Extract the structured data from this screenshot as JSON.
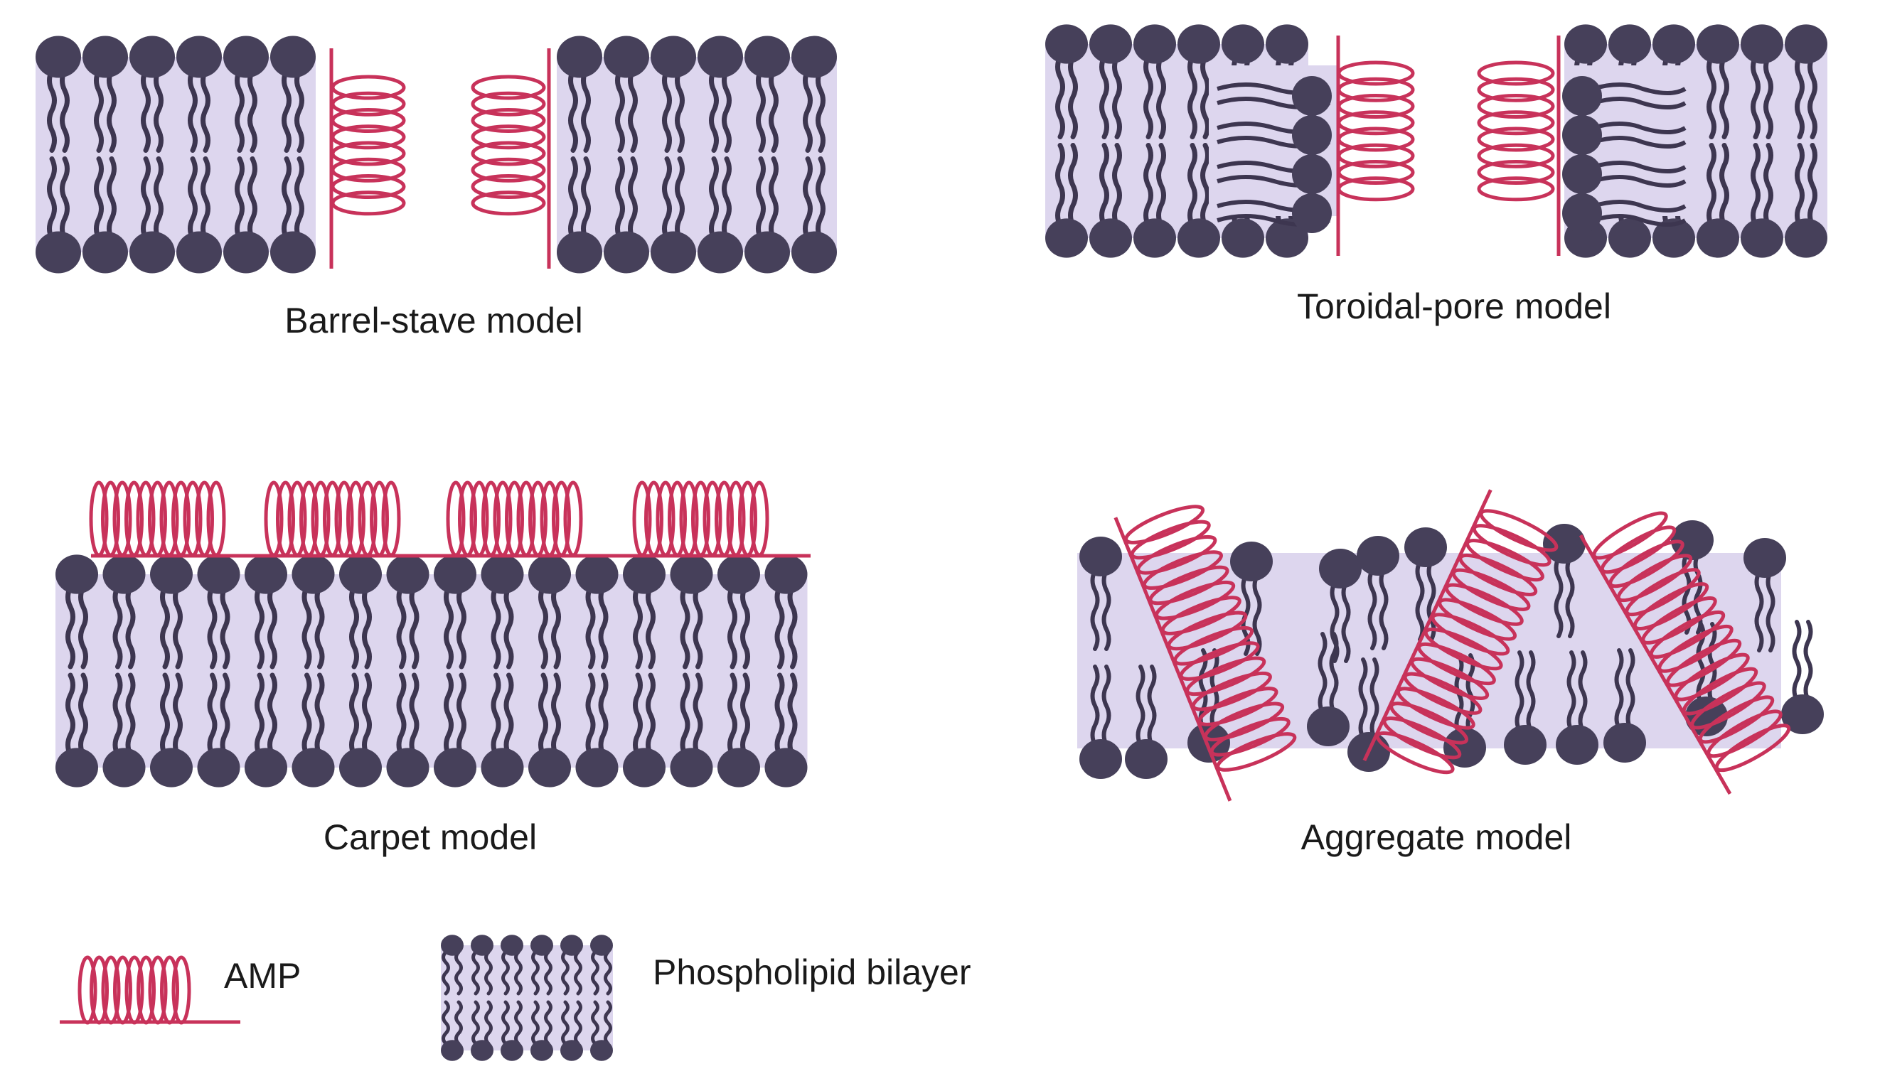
{
  "panels": {
    "barrel_stave": {
      "label": "Barrel-stave model"
    },
    "toroidal_pore": {
      "label": "Toroidal-pore model"
    },
    "carpet": {
      "label": "Carpet model"
    },
    "aggregate": {
      "label": "Aggregate model"
    }
  },
  "legend": {
    "amp_label": "AMP",
    "bilayer_label": "Phospholipid bilayer"
  },
  "colors": {
    "lipid_head": "#46405a",
    "lipid_tail": "#3d3650",
    "membrane_bg": "#ddd6ee",
    "amp": "#c8325a"
  }
}
